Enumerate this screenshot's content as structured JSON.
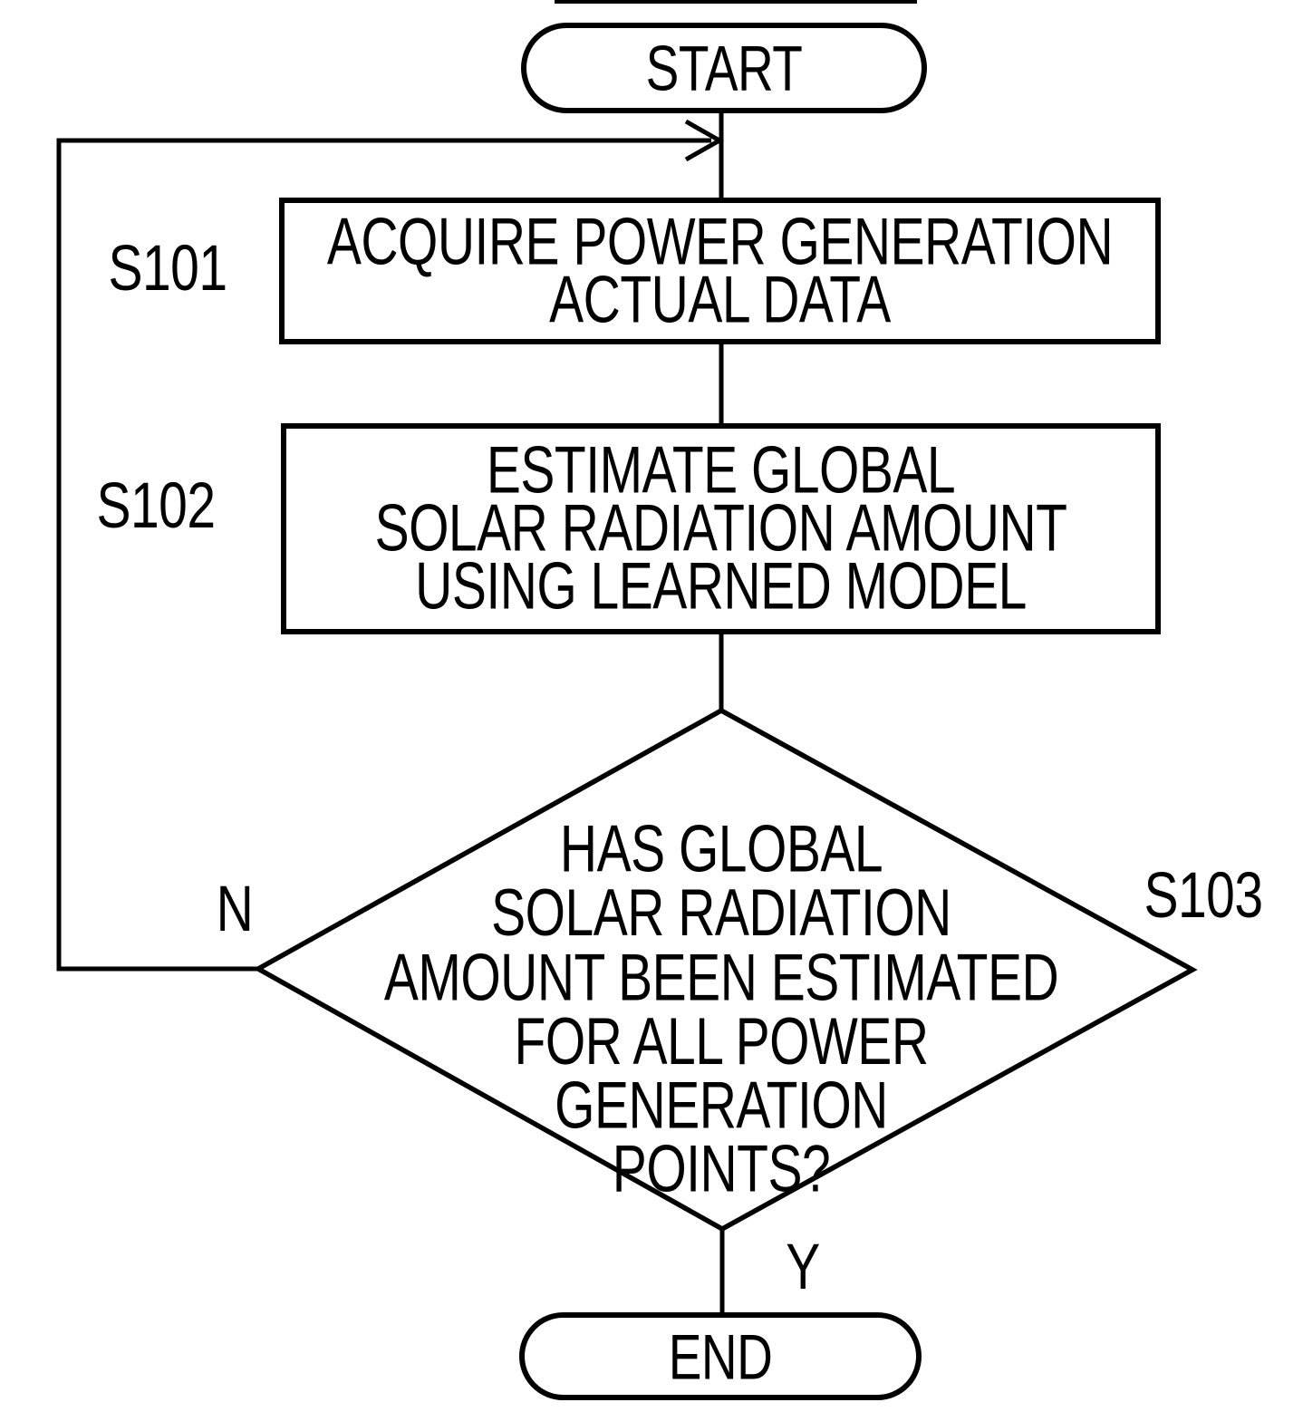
{
  "figure": {
    "type": "flowchart",
    "start": {
      "label": "START"
    },
    "end": {
      "label": "END"
    },
    "steps": [
      {
        "id": "S101",
        "shape": "process",
        "lines": [
          "ACQUIRE POWER GENERATION",
          "ACTUAL DATA"
        ]
      },
      {
        "id": "S102",
        "shape": "process",
        "lines": [
          "ESTIMATE GLOBAL",
          "SOLAR RADIATION AMOUNT",
          "USING LEARNED MODEL"
        ]
      },
      {
        "id": "S103",
        "shape": "decision",
        "lines": [
          "HAS GLOBAL",
          "SOLAR RADIATION",
          "AMOUNT BEEN ESTIMATED",
          "FOR ALL POWER",
          "GENERATION",
          "POINTS?"
        ]
      }
    ],
    "branch_labels": {
      "no": "N",
      "yes": "Y"
    },
    "colors": {
      "ink": "#000000",
      "background": "#ffffff"
    }
  }
}
